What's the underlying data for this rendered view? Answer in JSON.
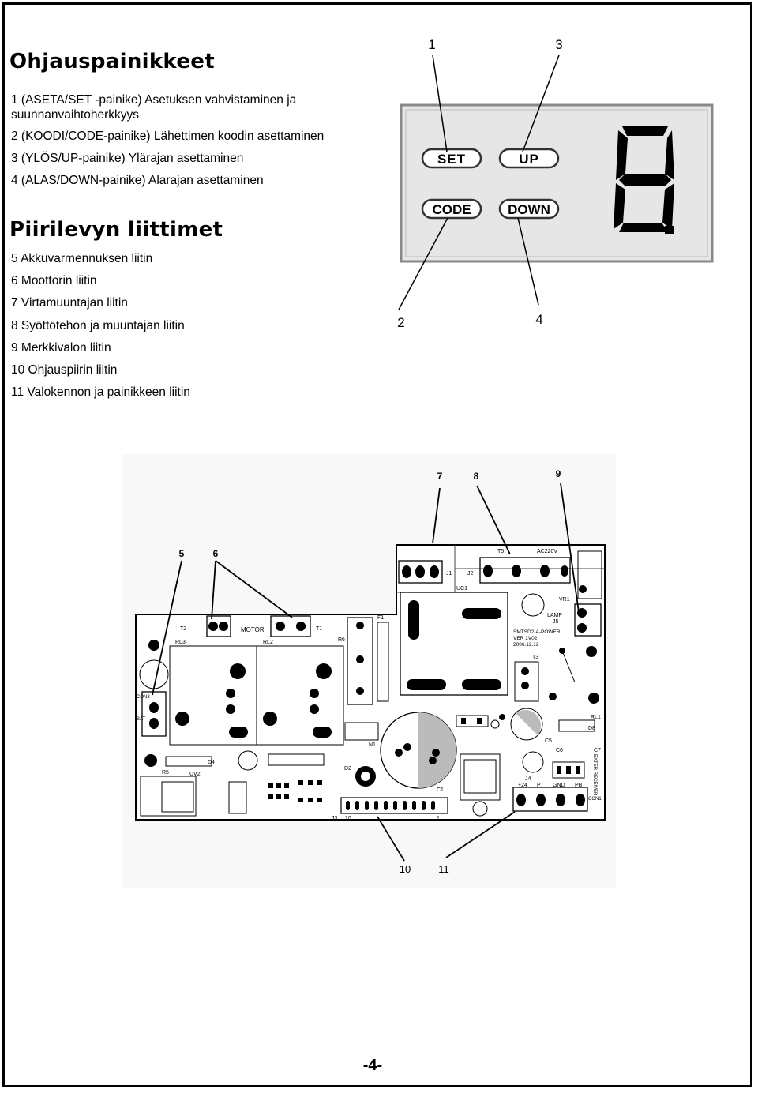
{
  "section1": {
    "title": "Ohjauspainikkeet",
    "items": [
      "1 (ASETA/SET -painike) Asetuksen vahvistaminen ja",
      "suunnanvaihtoherkkyys",
      "2 (KOODI/CODE-painike) Lähettimen koodin asettaminen",
      "3 (YLÖS/UP-painike) Ylärajan asettaminen",
      "4 (ALAS/DOWN-painike) Alarajan asettaminen"
    ]
  },
  "section2": {
    "title": "Piirilevyn liittimet",
    "items": [
      "5 Akkuvarmennuksen liitin",
      "6 Moottorin liitin",
      "7 Virtamuuntajan liitin",
      "8 Syöttötehon ja muuntajan liitin",
      "9 Merkkivalon liitin",
      "10 Ohjauspiirin liitin",
      "11 Valokennon ja painikkeen liitin"
    ]
  },
  "panel": {
    "buttons": [
      "SET",
      "UP",
      "CODE",
      "DOWN"
    ],
    "callouts": [
      "1",
      "3",
      "2",
      "4"
    ],
    "display_digit": "8."
  },
  "pcb": {
    "callouts": [
      "7",
      "8",
      "9",
      "5",
      "6",
      "10",
      "11"
    ],
    "labels": {
      "motor": "MOTOR",
      "t2": "T2",
      "t1": "T1",
      "rl3": "RL3",
      "rl2": "RL2",
      "r6": "R6",
      "f1": "F1",
      "t5": "T5",
      "ac": "AC220V",
      "j1": "J1",
      "j2": "J2",
      "uc1": "UC1",
      "vr1": "VR1",
      "lamp": "LAMP",
      "j5": "J5",
      "board": "SMTSD2-A-POWER",
      "ver": "VER 1V02",
      "date": "2006.12.12",
      "t3": "T3",
      "con3": "CON3",
      "bat": "BAT",
      "con1": "CON1",
      "rl1": "RL1",
      "d4": "D4",
      "r5": "R5",
      "uv2": "UV2",
      "d2": "D2",
      "c1": "C1",
      "n1": "N1",
      "j3": "J3",
      "ten": "10",
      "one": "1",
      "j4": "J4",
      "c5": "C5",
      "c6": "C6",
      "c7": "C7",
      "d8": "D8",
      "exter": "EXTER RECEIVER",
      "p24": "+24",
      "p": "P",
      "gnd": "GND",
      "pb": "PB"
    }
  },
  "page_number": "-4-"
}
